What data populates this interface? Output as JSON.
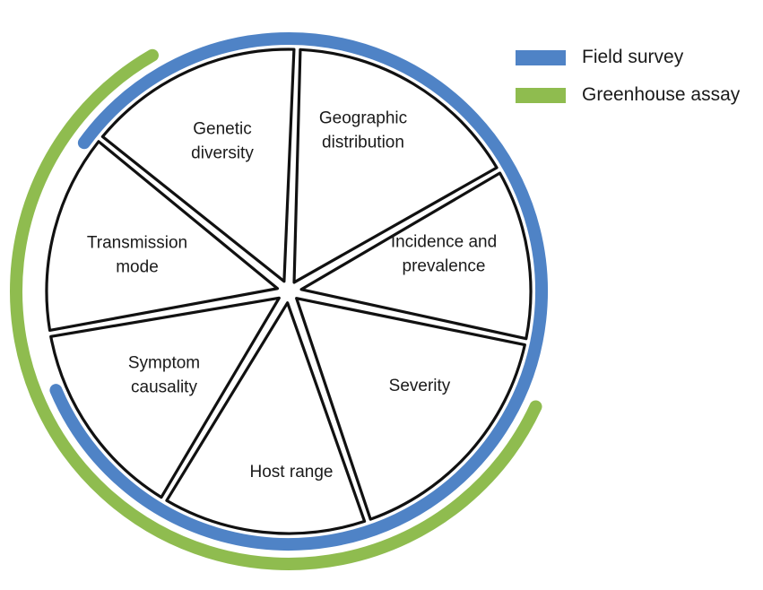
{
  "colors": {
    "field_survey": "#4f83c6",
    "greenhouse_assay": "#8fbc4f",
    "segment_stroke": "#111111"
  },
  "legend": [
    {
      "label": "Field survey",
      "color_key": "field_survey"
    },
    {
      "label": "Greenhouse assay",
      "color_key": "greenhouse_assay"
    }
  ],
  "segments": [
    {
      "id": "geographic-distribution",
      "lines": [
        "Geographic",
        "distribution"
      ]
    },
    {
      "id": "incidence-and-prevalence",
      "lines": [
        "Incidence and",
        "prevalence"
      ]
    },
    {
      "id": "severity",
      "lines": [
        "Severity"
      ]
    },
    {
      "id": "host-range",
      "lines": [
        "Host range"
      ]
    },
    {
      "id": "symptom-causality",
      "lines": [
        "Symptom",
        "causality"
      ]
    },
    {
      "id": "transmission-mode",
      "lines": [
        "Transmission",
        "mode"
      ]
    },
    {
      "id": "genetic-diversity",
      "lines": [
        "Genetic",
        "diversity"
      ]
    }
  ]
}
